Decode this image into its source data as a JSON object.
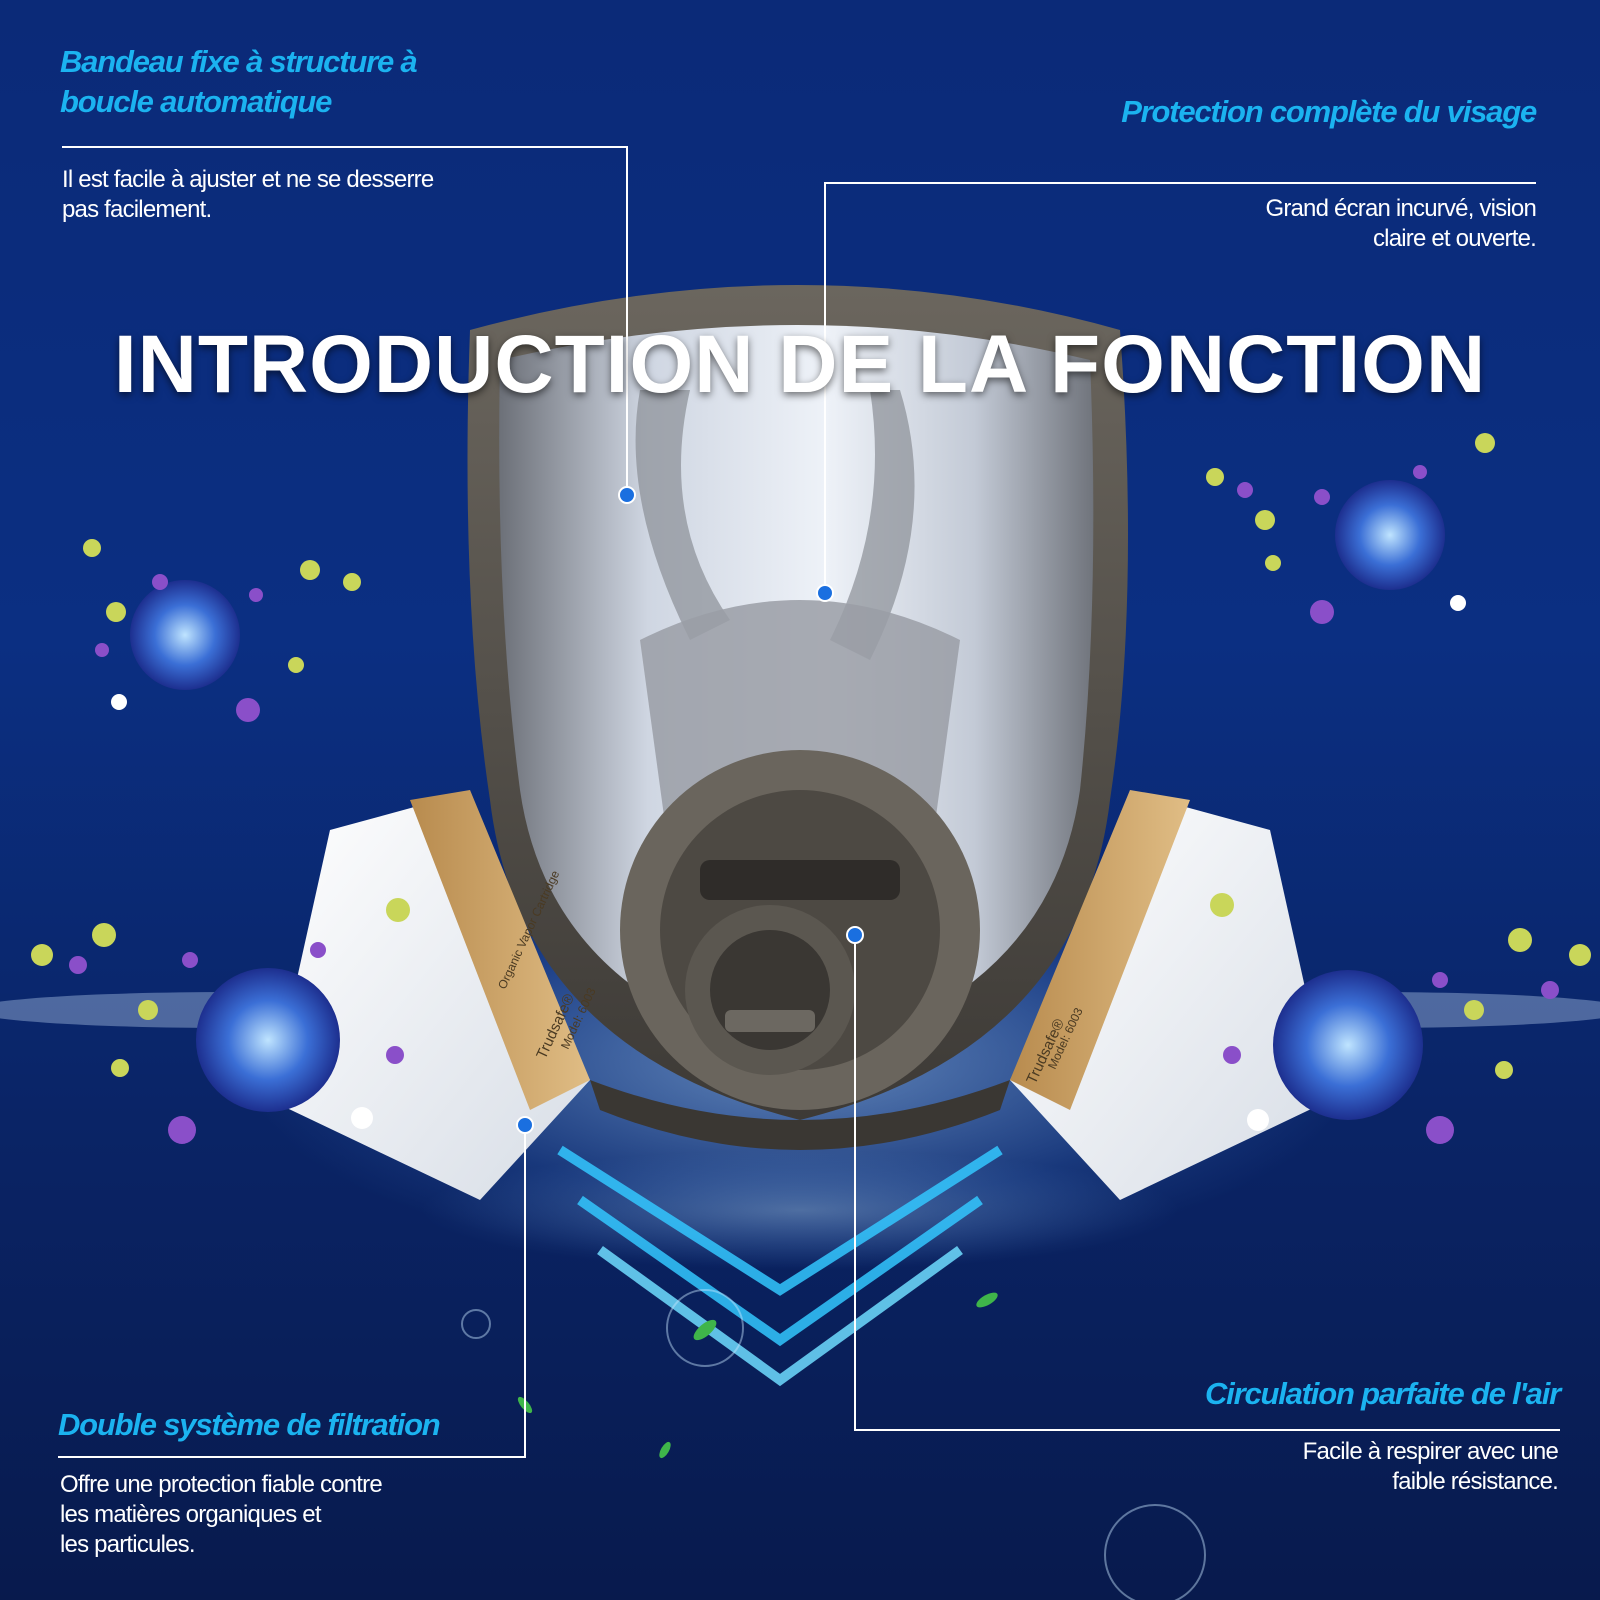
{
  "main_title": "INTRODUCTION DE LA FONCTION",
  "features": {
    "headband": {
      "title_line1": "Bandeau fixe à structure à",
      "title_line2": "boucle automatique",
      "desc_line1": "Il est facile à ajuster et ne se desserre",
      "desc_line2": "pas facilement."
    },
    "face_protection": {
      "title": "Protection complète du visage",
      "desc_line1": "Grand écran incurvé, vision",
      "desc_line2": "claire et ouverte."
    },
    "filtration": {
      "title": "Double système de filtration",
      "desc_line1": "Offre une protection fiable contre",
      "desc_line2": "les matières organiques et",
      "desc_line3": "les particules."
    },
    "airflow": {
      "title": "Circulation parfaite de l'air",
      "desc_line1": "Facile à respirer avec une",
      "desc_line2": "faible résistance."
    }
  },
  "cartridge_labels": {
    "left_brand": "Trudsafe®",
    "left_model": "Model: 6003",
    "left_type": "Organic Vapor Cartridge",
    "right_brand": "Trudsafe®",
    "right_model": "Model: 6003"
  },
  "colors": {
    "accent_heading": "#1bb3f0",
    "callout_dot": "#1a6fe0",
    "background": "#0b2a78"
  }
}
